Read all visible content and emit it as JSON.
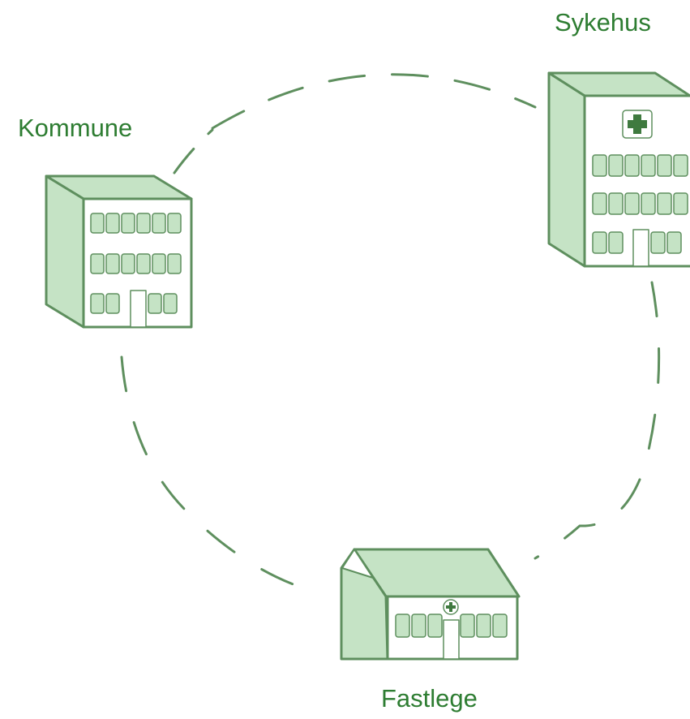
{
  "labels": {
    "kommune": "Kommune",
    "sykehus": "Sykehus",
    "fastlege": "Fastlege"
  },
  "colors": {
    "label_text": "#2e7d32",
    "stroke": "#5e8f5e",
    "fill_light": "#c5e3c5",
    "window": "#c5e3c5",
    "background": "#ffffff"
  },
  "icons": {
    "kommune": "office-building-icon",
    "sykehus": "hospital-building-icon",
    "fastlege": "clinic-house-icon",
    "cross": "medical-cross-icon"
  }
}
